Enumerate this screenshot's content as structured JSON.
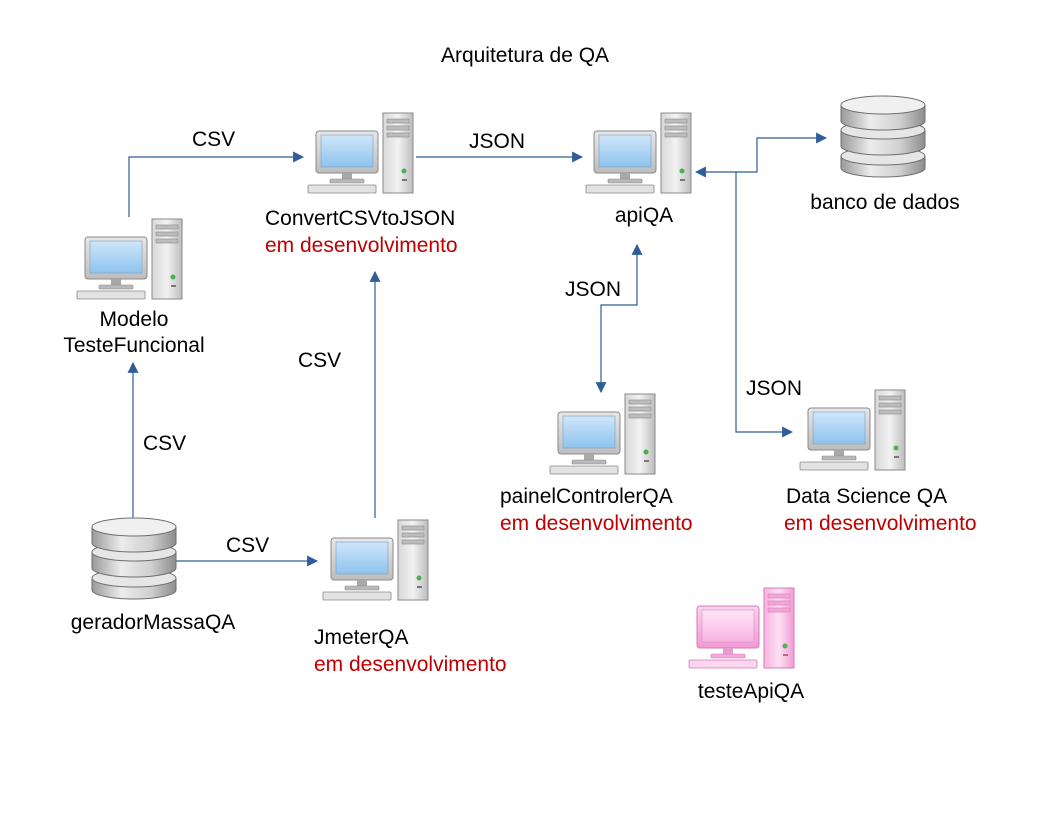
{
  "title": "Arquitetura de QA",
  "status_text": "em desenvolvimento",
  "colors": {
    "connector": "#2e5d9a",
    "status": "#c00000",
    "highlight_node": "#f08ccf"
  },
  "nodes": {
    "convert": {
      "name": "ConvertCSVtoJSON",
      "status": "em desenvolvimento",
      "icon": "computer-icon"
    },
    "apiqa": {
      "name": "apiQA",
      "icon": "computer-icon"
    },
    "banco": {
      "name": "banco de dados",
      "icon": "database-icon"
    },
    "modelo": {
      "name_line1": "Modelo",
      "name_line2": "TesteFuncional",
      "icon": "computer-icon"
    },
    "painel": {
      "name": "painelControlerQA",
      "status": "em desenvolvimento",
      "icon": "computer-icon"
    },
    "datascience": {
      "name": "Data Science QA",
      "status": "em desenvolvimento",
      "icon": "computer-icon"
    },
    "gerador": {
      "name": "geradorMassaQA",
      "icon": "database-icon"
    },
    "jmeter": {
      "name": "JmeterQA",
      "status": "em desenvolvimento",
      "icon": "computer-icon"
    },
    "testeapi": {
      "name": "testeApiQA",
      "icon": "computer-icon"
    }
  },
  "edges": {
    "modelo_convert": "CSV",
    "convert_api": "JSON",
    "api_painel": "JSON",
    "api_datascience": "JSON",
    "jmeter_convert": "CSV",
    "gerador_modelo": "CSV",
    "gerador_jmeter": "CSV"
  }
}
